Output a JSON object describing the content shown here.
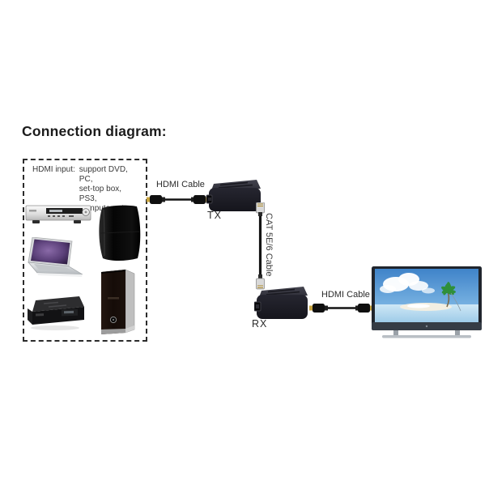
{
  "title": "Connection diagram:",
  "input_box": {
    "label": "HDMI input:",
    "line1": "support DVD, PC,",
    "line2": "set-top box, PS3,",
    "line3": "computer, etc."
  },
  "tx_section": {
    "cable_label": "HDMI Cable",
    "device_label": "TX"
  },
  "link": {
    "cable_label": "CAT 5E/6 Cable"
  },
  "rx_section": {
    "cable_label": "HDMI Cable",
    "device_label": "RX"
  },
  "devices": {
    "sources": [
      "dvd-player",
      "ps3-console",
      "laptop",
      "set-top-box",
      "desktop-tower"
    ],
    "transmitter": "tx-extender-unit",
    "receiver": "rx-extender-unit",
    "display": "tv"
  },
  "colors": {
    "module_body": "#20202a",
    "cable": "#161616",
    "hdmi_plug_gold": "#c9a53f",
    "dashed_border": "#2b2b2b",
    "tv_sky": "#4a8fd0",
    "tv_sea": "#b9dcef",
    "palm_green": "#2f8f3a",
    "text": "#222222"
  }
}
